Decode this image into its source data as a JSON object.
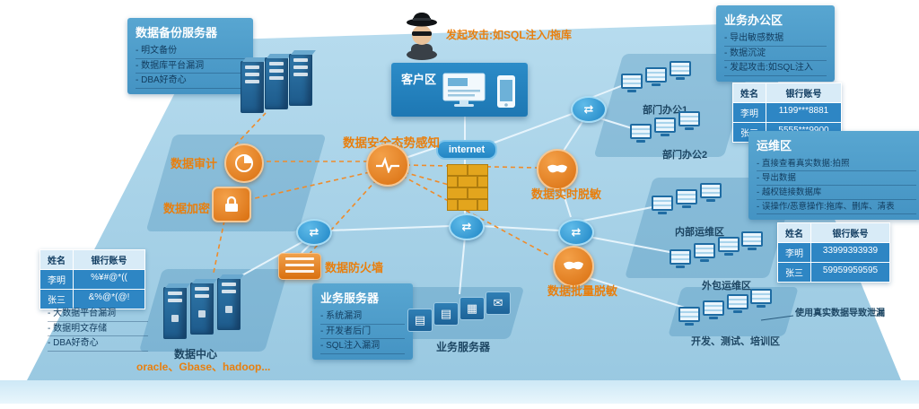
{
  "attack": {
    "label": "发起攻击:如SQL注入/拖库"
  },
  "client": {
    "label": "客户区"
  },
  "internet": {
    "label": "internet"
  },
  "backup_panel": {
    "title": "数据备份服务器",
    "items": [
      "明文备份",
      "数据库平台漏洞",
      "DBA好奇心"
    ]
  },
  "security": {
    "audit": "数据审计",
    "encrypt": "数据加密",
    "awareness": "数据安全态势感知",
    "fw": "数据防火墙",
    "realtime_mask": "数据实时脱敏",
    "batch_mask": "数据批量脱敏"
  },
  "office_panel": {
    "title": "业务办公区",
    "items": [
      "导出敏感数据",
      "数据沉淀",
      "发起攻击:如SQL注入"
    ]
  },
  "office_table": {
    "headers": [
      "姓名",
      "银行账号"
    ],
    "rows": [
      [
        "李明",
        "1199***8881"
      ],
      [
        "张三",
        "5555***9900"
      ]
    ]
  },
  "ops_panel": {
    "title": "运维区",
    "items": [
      "直接查看真实数据:拍照",
      "导出数据",
      "越权链接数据库",
      "误操作/恶意操作:拖库、删库、清表"
    ]
  },
  "ops_table": {
    "headers": [
      "姓名",
      "银行账号"
    ],
    "rows": [
      [
        "李明",
        "33999393939"
      ],
      [
        "张三",
        "59959959595"
      ]
    ]
  },
  "dc_table": {
    "headers": [
      "姓名",
      "银行账号"
    ],
    "rows": [
      [
        "李明",
        "%¥#@*(("
      ],
      [
        "张三",
        "&%@*(@!"
      ]
    ]
  },
  "dc_panel": {
    "items": [
      "大数据平台漏洞",
      "数据明文存储",
      "DBA好奇心"
    ]
  },
  "bizserver_panel": {
    "title": "业务服务器",
    "items": [
      "系统漏洞",
      "开发者后门",
      "SQL注入漏洞"
    ]
  },
  "zones": {
    "dept1": "部门办公1",
    "dept2": "部门办公2",
    "internal_ops": "内部运维区",
    "outsource_ops": "外包运维区",
    "devtest": "开发、测试、培训区",
    "leak_note": "使用真实数据导致泄漏",
    "datacenter": "数据中心",
    "db_products": "oracle、Gbase、hadoop...",
    "biz_servers": "业务服务器"
  },
  "colors": {
    "accent_orange": "#e87f0e",
    "panel_blue": "#4d9dc8",
    "platform_blue": "#a6d1e7"
  }
}
